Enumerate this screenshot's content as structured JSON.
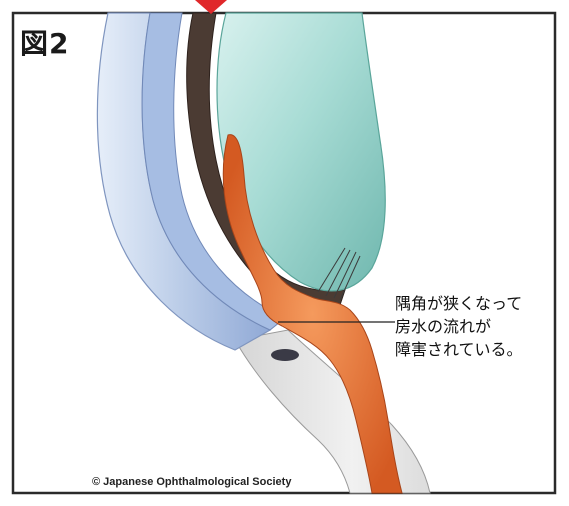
{
  "figure": {
    "label": "図2",
    "annotation_lines": [
      "隅角が狭くなって",
      "房水の流れが",
      "障害されている。"
    ],
    "copyright": "© Japanese Ophthalmological Society"
  },
  "colors": {
    "border": "#2a2a2a",
    "marker": "#e0282a",
    "cornea_outer": "#cfdcef",
    "cornea_mid": "#a9bfe0",
    "cornea_inner": "#8aa6d4",
    "sclera": "#e4e4e4",
    "iris_dark": "#4a3a32",
    "iris_orange": "#ef7a3a",
    "lens": "#9fd7cf"
  }
}
